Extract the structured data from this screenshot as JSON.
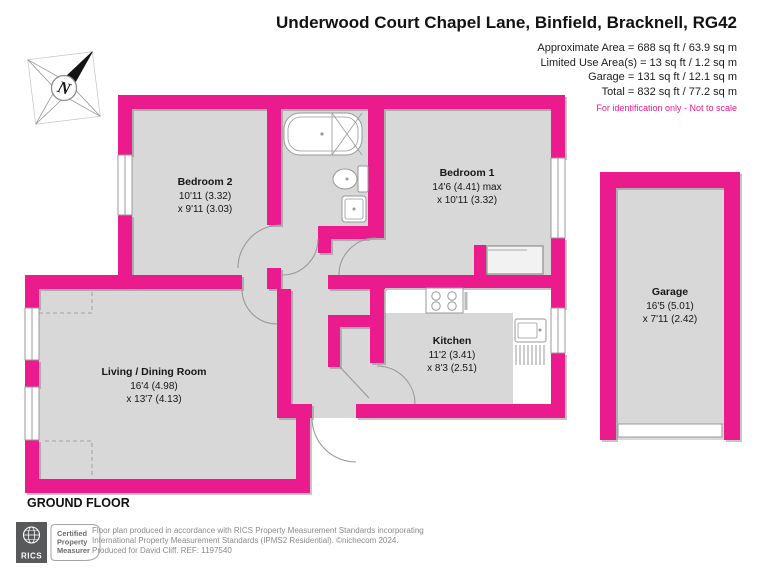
{
  "header": {
    "title": "Underwood Court Chapel Lane, Binfield, Bracknell, RG42",
    "area_lines": [
      "Approximate Area = 688 sq ft / 63.9 sq m",
      "Limited Use Area(s) = 13 sq ft / 1.2 sq m",
      "Garage = 131 sq ft / 12.1 sq m",
      "Total = 832 sq ft / 77.2 sq m"
    ],
    "note": "For identification only - Not to scale"
  },
  "compass": {
    "label": "N"
  },
  "rooms": {
    "bedroom2": {
      "name": "Bedroom 2",
      "dim1": "10'11 (3.32)",
      "dim2": "x 9'11 (3.03)"
    },
    "bedroom1": {
      "name": "Bedroom 1",
      "dim1": "14'6 (4.41) max",
      "dim2": "x 10'11 (3.32)"
    },
    "living_dining": {
      "name": "Living / Dining Room",
      "dim1": "16'4 (4.98)",
      "dim2": "x 13'7 (4.13)"
    },
    "kitchen": {
      "name": "Kitchen",
      "dim1": "11'2 (3.41)",
      "dim2": "x 8'3 (2.51)"
    },
    "garage": {
      "name": "Garage",
      "dim1": "16'5 (5.01)",
      "dim2": "x 7'11 (2.42)"
    }
  },
  "floor_label": "GROUND FLOOR",
  "footer": {
    "logo": {
      "org": "RICS",
      "cert_lines": [
        "Certified",
        "Property",
        "Measurer"
      ]
    },
    "disclaimer_lines": [
      "Floor plan produced in accordance with RICS Property Measurement Standards incorporating",
      "International Property Measurement Standards (IPMS2 Residential).  ©nichecom 2024.",
      "Produced for David Cliff.   REF: 1197540"
    ]
  },
  "colors": {
    "wall_pink": "#EB1A8D",
    "floor_grey": "#D8D8D8",
    "note_pink": "#EC1C8D"
  }
}
